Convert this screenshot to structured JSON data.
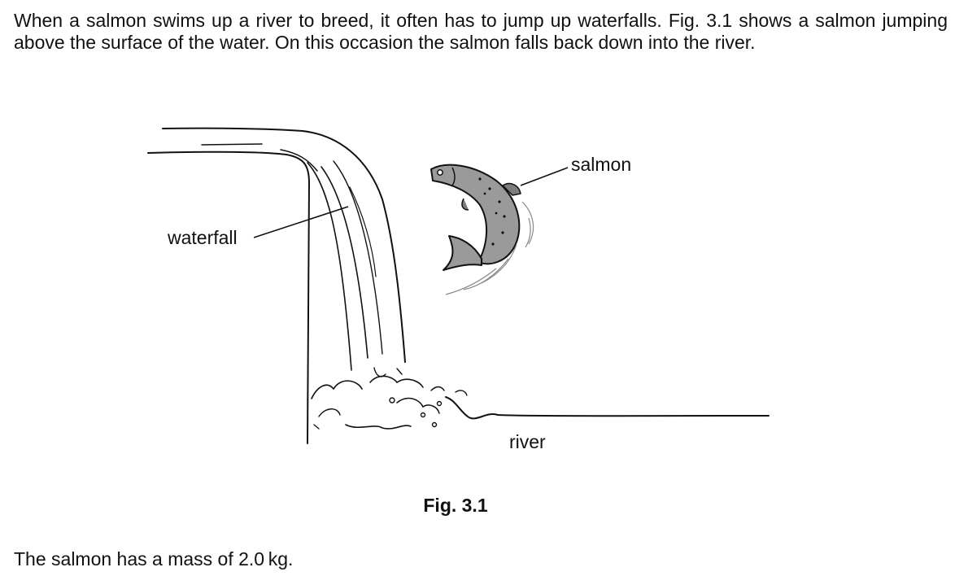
{
  "intro_text": "When a salmon swims up a river to breed, it often has to jump up waterfalls. Fig. 3.1 shows a salmon jumping above the surface of the water. On this occasion the salmon falls back down into the river.",
  "figure": {
    "labels": {
      "waterfall": "waterfall",
      "salmon": "salmon",
      "river": "river"
    },
    "caption": "Fig. 3.1"
  },
  "mass_statement": "The salmon has a mass of 2.0 kg."
}
